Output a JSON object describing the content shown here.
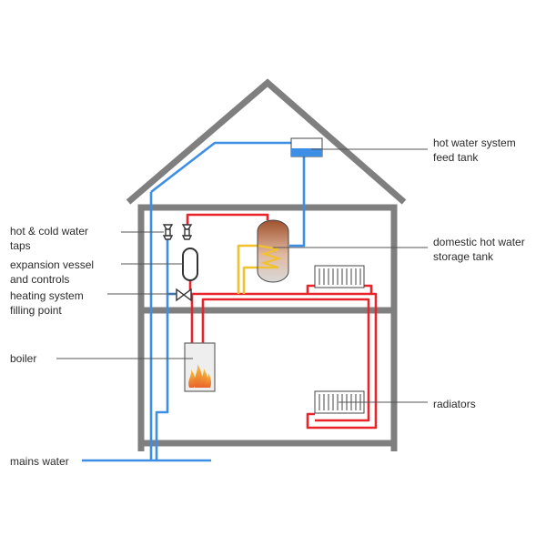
{
  "colors": {
    "house": "#7f7f7f",
    "cold_water": "#3d8fe6",
    "hot_water": "#e8242a",
    "coil": "#f2c12e",
    "leader": "#555555",
    "tank_water": "#3d8fe6",
    "cylinder_top": "#a0522d",
    "cylinder_bottom": "#d9d9d9",
    "flame": "#f5a623"
  },
  "labels": {
    "feed_tank": [
      "hot water system",
      "feed tank"
    ],
    "taps": [
      "hot & cold water",
      "taps"
    ],
    "expansion": [
      "expansion vessel",
      "and controls"
    ],
    "filling": [
      "heating system",
      "filling point"
    ],
    "storage": [
      "domestic hot water",
      "storage tank"
    ],
    "boiler": [
      "boiler"
    ],
    "radiators": [
      "radiators"
    ],
    "mains": [
      "mains water"
    ]
  }
}
